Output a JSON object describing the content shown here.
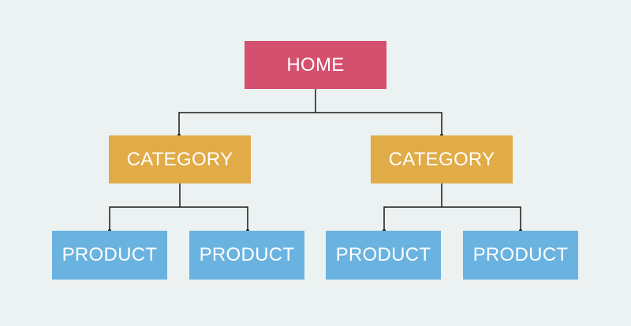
{
  "colors": {
    "background": "#ebf2f1",
    "home": "#d4506f",
    "category": "#e1ab47",
    "product": "#6ab3e0",
    "connector": "#1a1a1a"
  },
  "tree": {
    "home": {
      "label": "HOME"
    },
    "categories": [
      {
        "label": "CATEGORY",
        "products": [
          {
            "label": "PRODUCT"
          },
          {
            "label": "PRODUCT"
          }
        ]
      },
      {
        "label": "CATEGORY",
        "products": [
          {
            "label": "PRODUCT"
          },
          {
            "label": "PRODUCT"
          }
        ]
      }
    ]
  }
}
